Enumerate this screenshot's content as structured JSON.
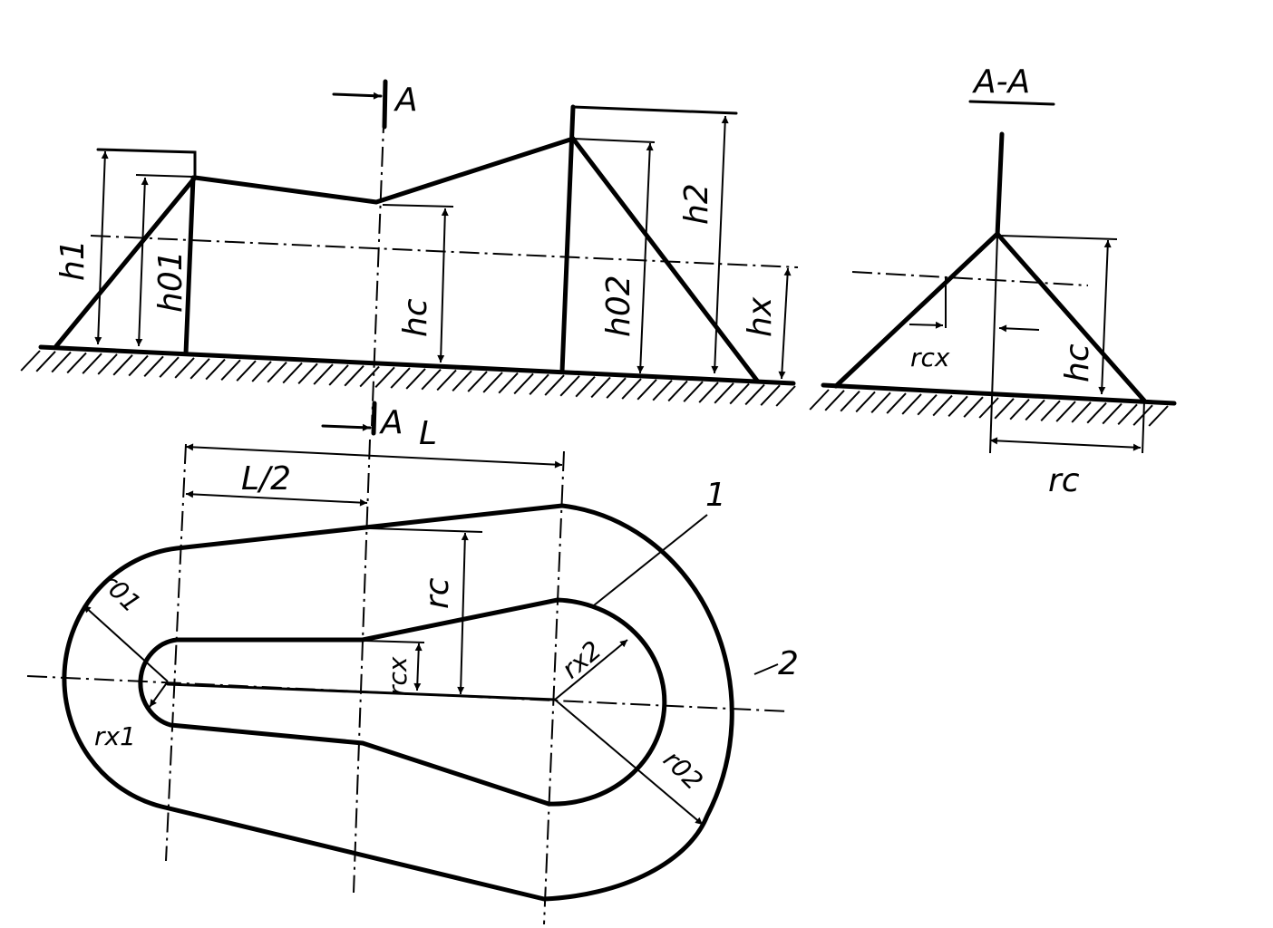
{
  "labels": {
    "section_top": "A",
    "section_bottom": "A",
    "section_view": "A-A",
    "h1": "h1",
    "h01": "h01",
    "hc": "hc",
    "h02": "h02",
    "h2": "h2",
    "hx": "hx",
    "rcx_section": "rcx",
    "hc_section": "hc",
    "rc_section": "rc",
    "L": "L",
    "L_half": "L/2",
    "rc_plan": "rc",
    "rcx_plan": "rcx",
    "r01": "r01",
    "rx1": "rx1",
    "rx2": "rx2",
    "r02": "r02",
    "callout_1": "1",
    "callout_2": "2"
  }
}
